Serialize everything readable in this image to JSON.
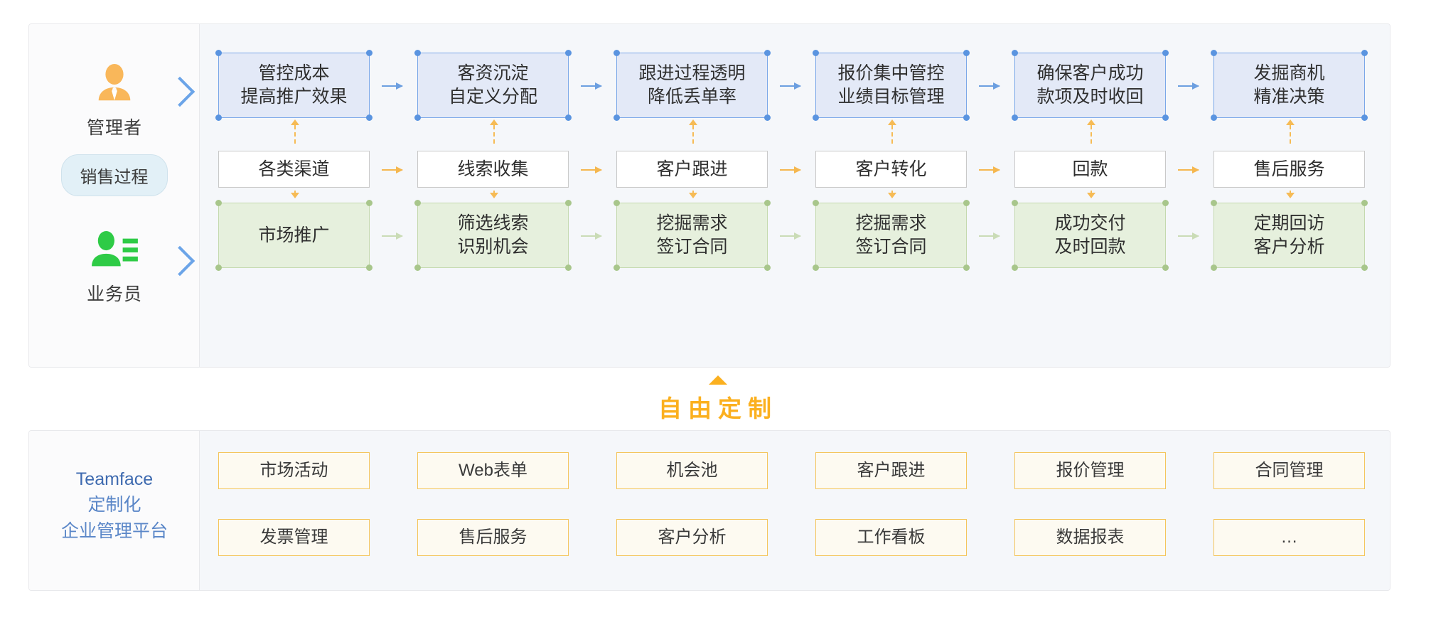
{
  "diagram": {
    "title_banner": {
      "label": "自由定制",
      "color": "#fbb01f",
      "icon": "triangle-up-icon"
    }
  },
  "top_panel": {
    "sidebar": {
      "actors": [
        {
          "icon": "user-manager-icon",
          "icon_color": "#f9b75a",
          "label": "管理者",
          "chevron": "chevron-right-icon"
        },
        {
          "icon": "user-list-icon",
          "icon_color": "#2ecb46",
          "label": "业务员",
          "chevron": "chevron-right-icon"
        }
      ],
      "pill": {
        "label": "销售过程",
        "bg": "#e2f0f7",
        "border": "#cfe2ec"
      }
    },
    "rows": [
      {
        "name": "manager-outcomes",
        "style": "blue",
        "selected": true,
        "nodes": [
          {
            "label": "管控成本\n提高推广效果"
          },
          {
            "label": "客资沉淀\n自定义分配"
          },
          {
            "label": "跟进过程透明\n降低丢单率"
          },
          {
            "label": "报价集中管控\n业绩目标管理"
          },
          {
            "label": "确保客户成功\n款项及时收回"
          },
          {
            "label": "发掘商机\n精准决策"
          }
        ],
        "arrow_color": "#6c9fe0"
      },
      {
        "name": "sales-process",
        "style": "white",
        "selected": false,
        "nodes": [
          {
            "label": "各类渠道"
          },
          {
            "label": "线索收集"
          },
          {
            "label": "客户跟进"
          },
          {
            "label": "客户转化"
          },
          {
            "label": "回款"
          },
          {
            "label": "售后服务"
          }
        ],
        "arrow_color": "#f5b74f"
      },
      {
        "name": "staff-actions",
        "style": "green",
        "selected": true,
        "nodes": [
          {
            "label": "市场推广"
          },
          {
            "label": "筛选线索\n识别机会"
          },
          {
            "label": "挖掘需求\n签订合同"
          },
          {
            "label": "挖掘需求\n签订合同"
          },
          {
            "label": "成功交付\n及时回款"
          },
          {
            "label": "定期回访\n客户分析"
          }
        ],
        "arrow_color": "#cadcb6"
      }
    ],
    "connector": {
      "style": "dashed",
      "color": "#f6bb55",
      "direction": "down"
    }
  },
  "bottom_panel": {
    "brand": {
      "line1": "Teamface",
      "line2": "定制化",
      "line3": "企业管理平台",
      "color": "#4a6fb0"
    },
    "modules_row1": [
      "市场活动",
      "Web表单",
      "机会池",
      "客户跟进",
      "报价管理",
      "合同管理"
    ],
    "modules_row2": [
      "发票管理",
      "售后服务",
      "客户分析",
      "工作看板",
      "数据报表",
      "…"
    ]
  }
}
